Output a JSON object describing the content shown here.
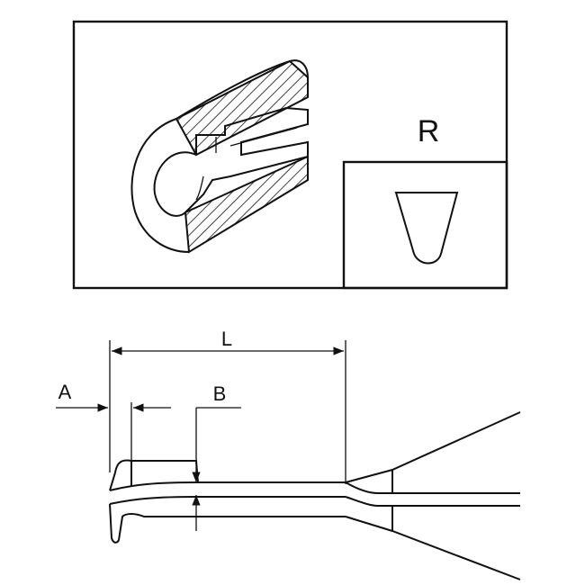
{
  "labels": {
    "profile": "R",
    "length": "L",
    "tip_offset": "A",
    "thickness": "B"
  }
}
